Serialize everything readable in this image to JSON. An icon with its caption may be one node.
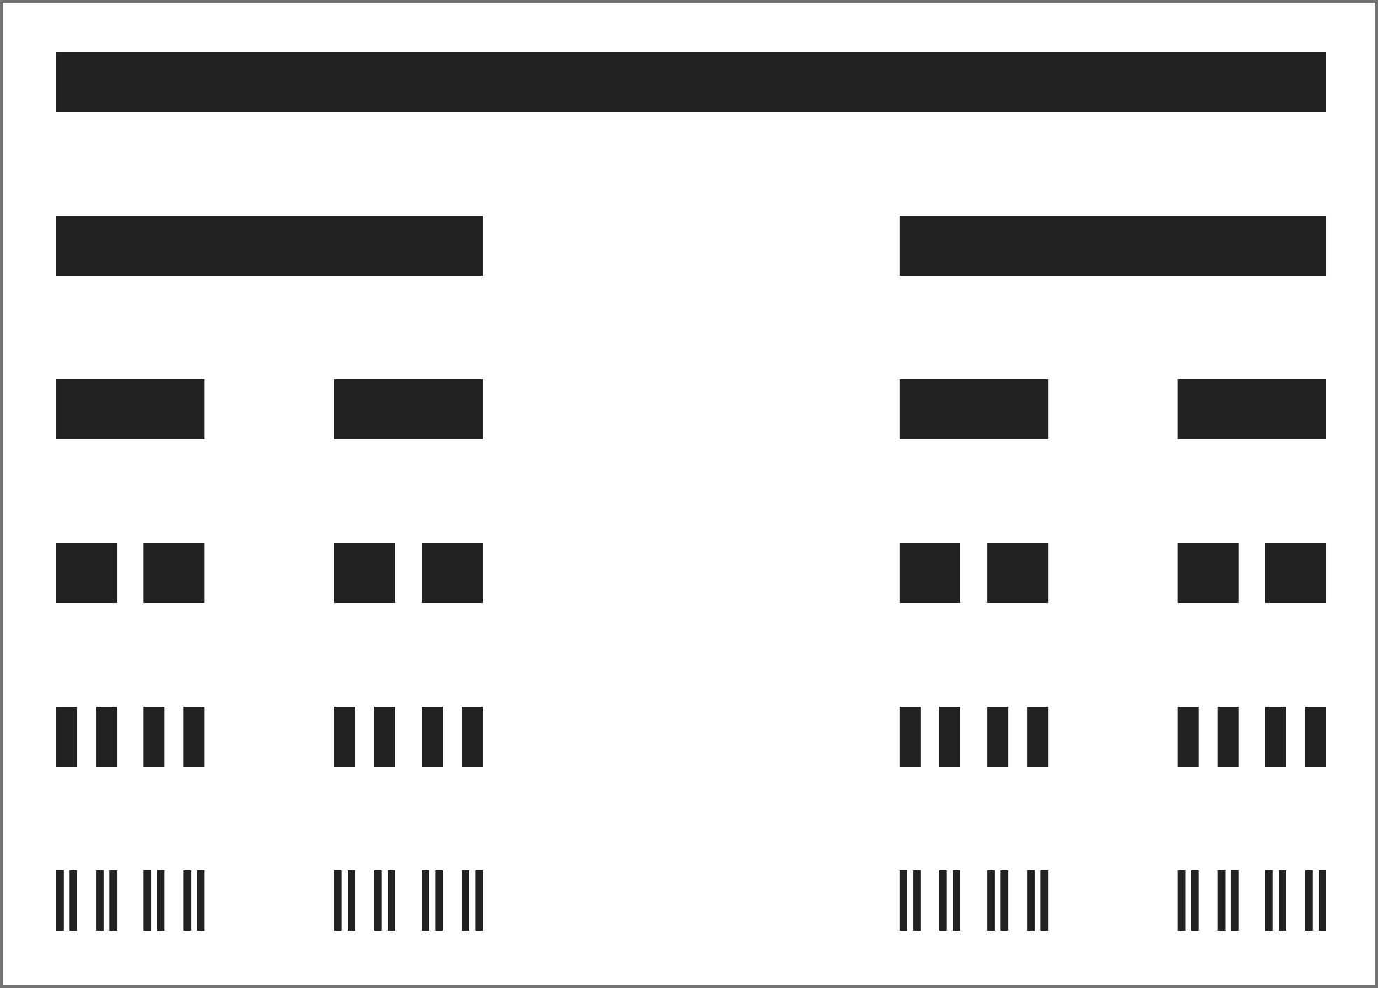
{
  "diagram": {
    "nodes": [
      {
        "text": [],
        "shape": "bar"
      },
      {
        "text": [],
        "shape": "bar"
      },
      {
        "text": [],
        "shape": "bar"
      },
      {
        "text": [],
        "shape": "bar"
      },
      {
        "text": [],
        "shape": "bar"
      },
      {
        "text": [],
        "shape": "bar"
      },
      {
        "text": [],
        "shape": "bar"
      },
      {
        "text": [],
        "shape": "bar"
      },
      {
        "text": [],
        "shape": "bar"
      },
      {
        "text": [],
        "shape": "bar"
      },
      {
        "text": [],
        "shape": "bar"
      },
      {
        "text": [],
        "shape": "bar"
      },
      {
        "text": [],
        "shape": "bar"
      },
      {
        "text": [],
        "shape": "bar"
      },
      {
        "text": [],
        "shape": "bar"
      },
      {
        "text": [],
        "shape": "bar"
      },
      {
        "text": [],
        "shape": "bar"
      },
      {
        "text": [],
        "shape": "bar"
      },
      {
        "text": [],
        "shape": "bar"
      },
      {
        "text": [],
        "shape": "bar"
      },
      {
        "text": [],
        "shape": "bar"
      },
      {
        "text": [],
        "shape": "bar"
      },
      {
        "text": [],
        "shape": "bar"
      },
      {
        "text": [],
        "shape": "bar"
      },
      {
        "text": [],
        "shape": "bar"
      },
      {
        "text": [],
        "shape": "bar"
      },
      {
        "text": [],
        "shape": "bar"
      },
      {
        "text": [],
        "shape": "bar"
      },
      {
        "text": [],
        "shape": "bar"
      },
      {
        "text": [],
        "shape": "bar"
      },
      {
        "text": [],
        "shape": "bar"
      },
      {
        "text": [],
        "shape": "bar"
      },
      {
        "text": [],
        "shape": "bar"
      },
      {
        "text": [],
        "shape": "bar"
      },
      {
        "text": [],
        "shape": "bar"
      },
      {
        "text": [],
        "shape": "bar"
      },
      {
        "text": [],
        "shape": "bar"
      },
      {
        "text": [],
        "shape": "bar"
      },
      {
        "text": [],
        "shape": "bar"
      },
      {
        "text": [],
        "shape": "bar"
      },
      {
        "text": [],
        "shape": "bar"
      },
      {
        "text": [],
        "shape": "bar"
      },
      {
        "text": [],
        "shape": "bar"
      },
      {
        "text": [],
        "shape": "bar"
      },
      {
        "text": [],
        "shape": "bar"
      },
      {
        "text": [],
        "shape": "bar"
      },
      {
        "text": [],
        "shape": "bar"
      },
      {
        "text": [],
        "shape": "bar"
      },
      {
        "text": [],
        "shape": "bar"
      },
      {
        "text": [],
        "shape": "bar"
      },
      {
        "text": [],
        "shape": "bar"
      },
      {
        "text": [],
        "shape": "bar"
      },
      {
        "text": [],
        "shape": "bar"
      },
      {
        "text": [],
        "shape": "bar"
      },
      {
        "text": [],
        "shape": "bar"
      },
      {
        "text": [],
        "shape": "bar"
      },
      {
        "text": [],
        "shape": "bar"
      },
      {
        "text": [],
        "shape": "bar"
      },
      {
        "text": [],
        "shape": "bar"
      },
      {
        "text": [],
        "shape": "bar"
      },
      {
        "text": [],
        "shape": "bar"
      },
      {
        "text": [],
        "shape": "bar"
      },
      {
        "text": [],
        "shape": "bar"
      }
    ]
  }
}
